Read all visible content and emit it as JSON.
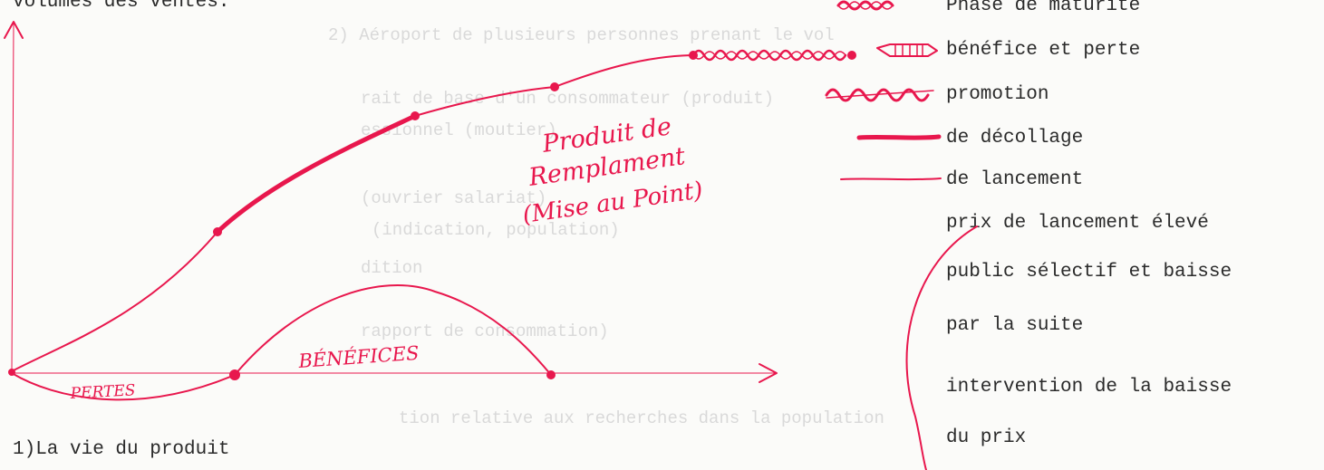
{
  "header": {
    "top_left": "volumes des ventes."
  },
  "diagram": {
    "annotation_lines": [
      "Produit de",
      "Remplament",
      "(Mise au Point)"
    ],
    "profits_label": "BÉNÉFICES",
    "losses_label": "PERTES"
  },
  "legend": {
    "items": [
      "Phase de maturité",
      "bénéfice et perte",
      "promotion",
      "de décollage",
      "de lancement"
    ],
    "price_lines": [
      "prix de lancement élevé",
      "public sélectif et baisse",
      "par la suite",
      "intervention de la baisse",
      "du prix"
    ]
  },
  "caption": "1)La vie du produit",
  "faint_background_lines": [
    "2) Aéroport de plusieurs personnes prenant le vol",
    "rait de base d'un consommateur (produit)",
    "essionnel (moutier)",
    "(ouvrier salariat)",
    "(indication, population)",
    "dition",
    "rapport de consommation)",
    "tion relative aux recherches dans la population"
  ],
  "colors": {
    "ink": "#e8174d",
    "type": "#2a2a2a",
    "paper": "#fbfbf9"
  }
}
